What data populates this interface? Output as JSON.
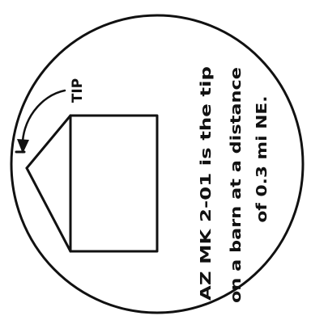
{
  "diagram": {
    "tip_label": "TIP",
    "description_lines": [
      "AZ MK 2-01 is the tip",
      "on a barn at a distance",
      "of 0.3 mi NE."
    ],
    "ink_color": "#111111",
    "background_color": "#ffffff"
  }
}
